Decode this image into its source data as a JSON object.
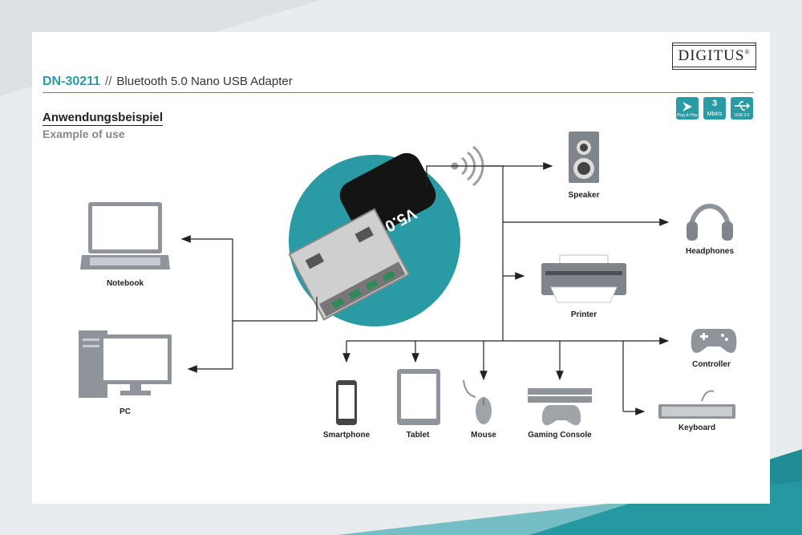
{
  "brand": {
    "logo_text": "DIGITUS",
    "registered": "®"
  },
  "header": {
    "product_code": "DN-30211",
    "separator": "//",
    "product_name": "Bluetooth 5.0 Nano USB Adapter"
  },
  "section": {
    "title_de": "Anwendungsbeispiel",
    "title_en": "Example of use"
  },
  "badges": [
    {
      "icon": "plug-and-play-icon",
      "text": "Plug & Play"
    },
    {
      "icon": "speed-icon",
      "value": "3",
      "text": "Mbit/s"
    },
    {
      "icon": "usb-icon",
      "text": "USB 2.0"
    }
  ],
  "adapter": {
    "marking": "V5.0"
  },
  "devices": {
    "notebook": "Notebook",
    "pc": "PC",
    "speaker": "Speaker",
    "headphones": "Headphones",
    "printer": "Printer",
    "controller": "Controller",
    "keyboard": "Keyboard",
    "smartphone": "Smartphone",
    "tablet": "Tablet",
    "mouse": "Mouse",
    "gaming_console": "Gaming Console"
  },
  "colors": {
    "accent": "#2a9aa4",
    "device_gray": "#8e9499",
    "line": "#222222"
  }
}
